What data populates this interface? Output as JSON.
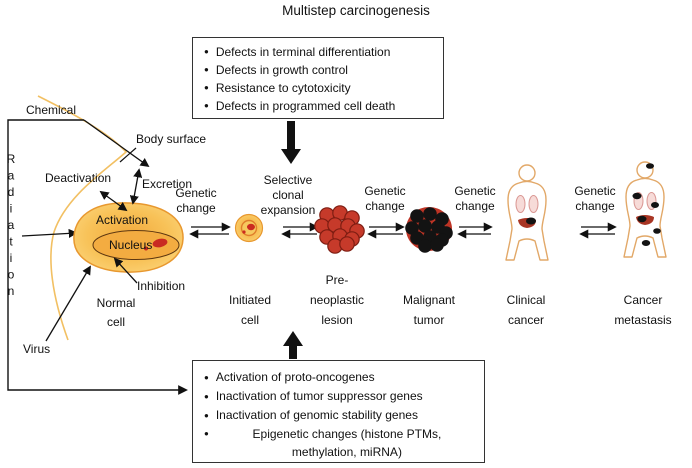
{
  "title": "Multistep carcinogenesis",
  "palette": {
    "cell_yellow": "#F8C258",
    "cell_outline": "#E8982F",
    "nucleus_fill": "#F3AC41",
    "lesion_red": "#C63A2A",
    "lesion_red_dark": "#7E1D12",
    "tumor_black": "#131313",
    "figure_outline": "#E2A868",
    "lung_pink": "#DA9894",
    "liver_red": "#A83524",
    "body_surface_yellow": "#F2C063",
    "arrow_black": "#111111"
  },
  "top_box": {
    "items": [
      "Defects in terminal differentiation",
      "Defects in growth control",
      "Resistance to cytotoxicity",
      "Defects in programmed cell death"
    ]
  },
  "bottom_box": {
    "items": [
      "Activation of proto-oncogenes",
      "Inactivation of tumor suppressor genes",
      "Inactivation of genomic stability genes",
      "Epigenetic changes (histone PTMs,\nmethylation, miRNA)"
    ]
  },
  "left_labels": {
    "chemical": "Chemical",
    "radiation": "Radiation",
    "virus": "Virus",
    "body_surface": "Body surface",
    "deactivation": "Deactivation",
    "excretion": "Excretion",
    "inhibition": "Inhibition",
    "normal_cell": "Normal\ncell"
  },
  "cell": {
    "activation": "Activation",
    "nucleus": "Nucleus"
  },
  "transitions": {
    "t1": "Genetic\nchange",
    "t2": "Selective\nclonal\nexpansion",
    "t3": "Genetic\nchange",
    "t4": "Genetic\nchange",
    "t5": "Genetic\nchange"
  },
  "stages": {
    "initiated": "Initiated\ncell",
    "preneoplastic": "Pre-\nneoplastic\nlesion",
    "malignant": "Malignant\ntumor",
    "clinical": "Clinical\ncancer",
    "metastasis": "Cancer\nmetastasis"
  }
}
